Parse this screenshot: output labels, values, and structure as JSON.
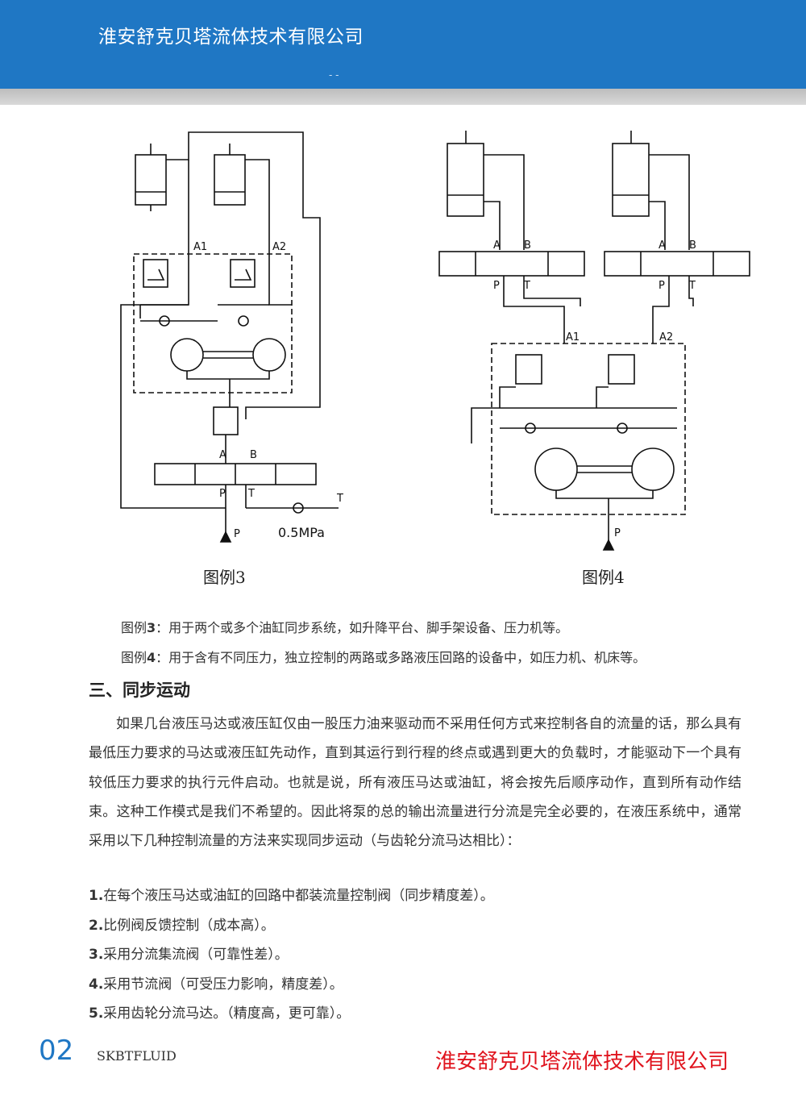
{
  "header": {
    "company": "淮安舒克贝塔流体技术有限公司",
    "dots": "- -"
  },
  "diagram3": {
    "port_a1": "A1",
    "port_a2": "A2",
    "port_a": "A",
    "port_b": "B",
    "port_p_valve": "P",
    "port_t_valve": "T",
    "port_p": "P",
    "port_t": "T",
    "pressure": "0.5MPa",
    "caption": "图例3"
  },
  "diagram4": {
    "port_a_left": "A",
    "port_b_left": "B",
    "port_p_left": "P",
    "port_t_left": "T",
    "port_a_right": "A",
    "port_b_right": "B",
    "port_p_right": "P",
    "port_t_right": "T",
    "port_a1": "A1",
    "port_a2": "A2",
    "port_p": "P",
    "caption": "图例4"
  },
  "descriptions": [
    {
      "label": "图例",
      "num": "3",
      "text": "：用于两个或多个油缸同步系统，如升降平台、脚手架设备、压力机等。"
    },
    {
      "label": "图例",
      "num": "4",
      "text": "：用于含有不同压力，独立控制的两路或多路液压回路的设备中，如压力机、机床等。"
    }
  ],
  "section": {
    "title": "三、同步运动",
    "paragraph": "如果几台液压马达或液压缸仅由一股压力油来驱动而不采用任何方式来控制各自的流量的话，那么具有最低压力要求的马达或液压缸先动作，直到其运行到行程的终点或遇到更大的负载时，才能驱动下一个具有较低压力要求的执行元件启动。也就是说，所有液压马达或油缸，将会按先后顺序动作，直到所有动作结束。这种工作模式是我们不希望的。因此将泵的总的输出流量进行分流是完全必要的，在液压系统中，通常采用以下几种控制流量的方法来实现同步运动（与齿轮分流马达相比）：",
    "items": [
      {
        "num": "1.",
        "text": "在每个液压马达或油缸的回路中都装流量控制阀（同步精度差）。"
      },
      {
        "num": "2.",
        "text": "比例阀反馈控制（成本高）。"
      },
      {
        "num": "3.",
        "text": "采用分流集流阀（可靠性差）。"
      },
      {
        "num": "4.",
        "text": "采用节流阀（可受压力影响，精度差）。"
      },
      {
        "num": "5.",
        "text": "采用齿轮分流马达。（精度高，更可靠）。"
      }
    ]
  },
  "footer": {
    "page_number": "02",
    "brand": "SKBTFLUID",
    "company": "淮安舒克贝塔流体技术有限公司"
  },
  "colors": {
    "header_blue": "#1f77c4",
    "footer_red": "#e0141e"
  }
}
